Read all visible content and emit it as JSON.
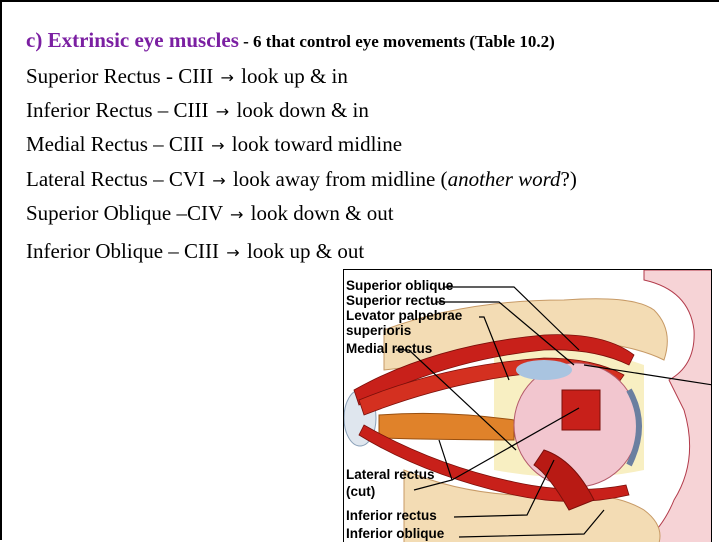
{
  "slide": {
    "title": {
      "main": "c) Extrinsic eye muscles",
      "separator": " - ",
      "sub": "6 that control eye movements (Table 10.2)"
    },
    "lines": [
      {
        "muscle": "Superior Rectus - CIII",
        "arrow": "→",
        "action": "look up & in"
      },
      {
        "muscle": "Inferior Rectus – CIII",
        "arrow": "→",
        "action": "look down & in"
      },
      {
        "muscle": "Medial Rectus – CIII",
        "arrow": "→",
        "action": "look toward midline"
      },
      {
        "muscle": "Lateral Rectus – CVI",
        "arrow": "→",
        "action": "look away from midline (",
        "italic": "another word",
        "tail": "?)"
      },
      {
        "muscle": "Superior Oblique –CIV",
        "arrow": "→",
        "action": "look down & out"
      },
      {
        "muscle": "Inferior Oblique – CIII",
        "arrow": "→",
        "action": "look up & out"
      }
    ],
    "colors": {
      "title": "#7b1fa2",
      "text": "#000000",
      "muscle": "#c8201a",
      "bone": "#f3dcb4",
      "skin": "#f6d3d6"
    }
  },
  "figure": {
    "labels": [
      "Superior oblique",
      "Superior rectus",
      "Levator palpebrae",
      "superioris",
      "Medial rectus",
      "Lateral rectus",
      "(cut)",
      "Inferior rectus",
      "Inferior oblique"
    ]
  }
}
